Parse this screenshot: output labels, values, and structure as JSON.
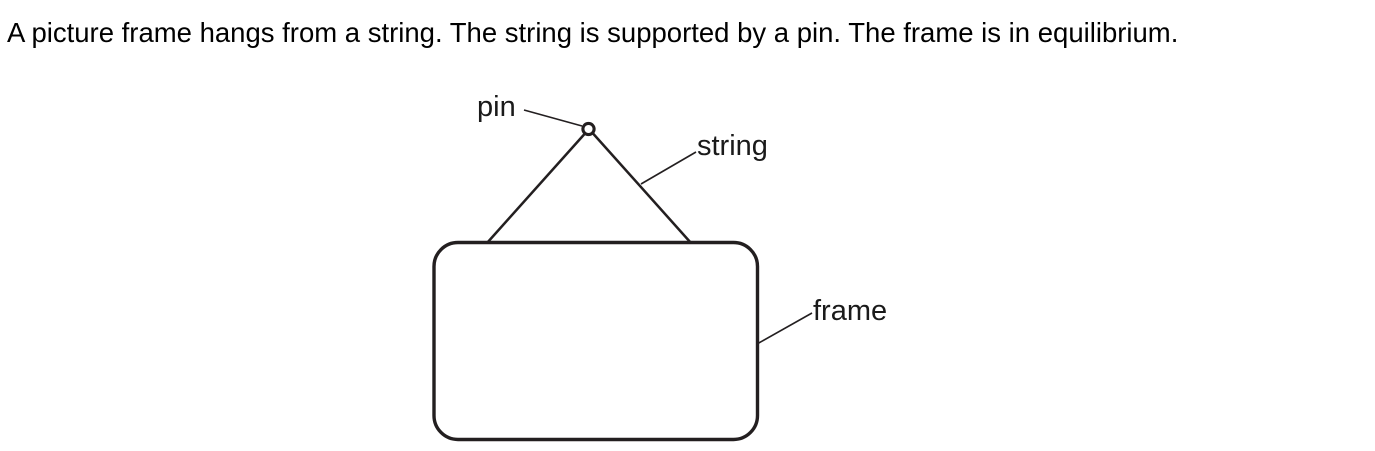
{
  "title": "A picture frame hangs from a string. The string is supported by a pin. The frame is in equilibrium.",
  "diagram": {
    "labels": {
      "pin": "pin",
      "string": "string",
      "frame": "frame"
    },
    "ink_color": "#231f20"
  }
}
